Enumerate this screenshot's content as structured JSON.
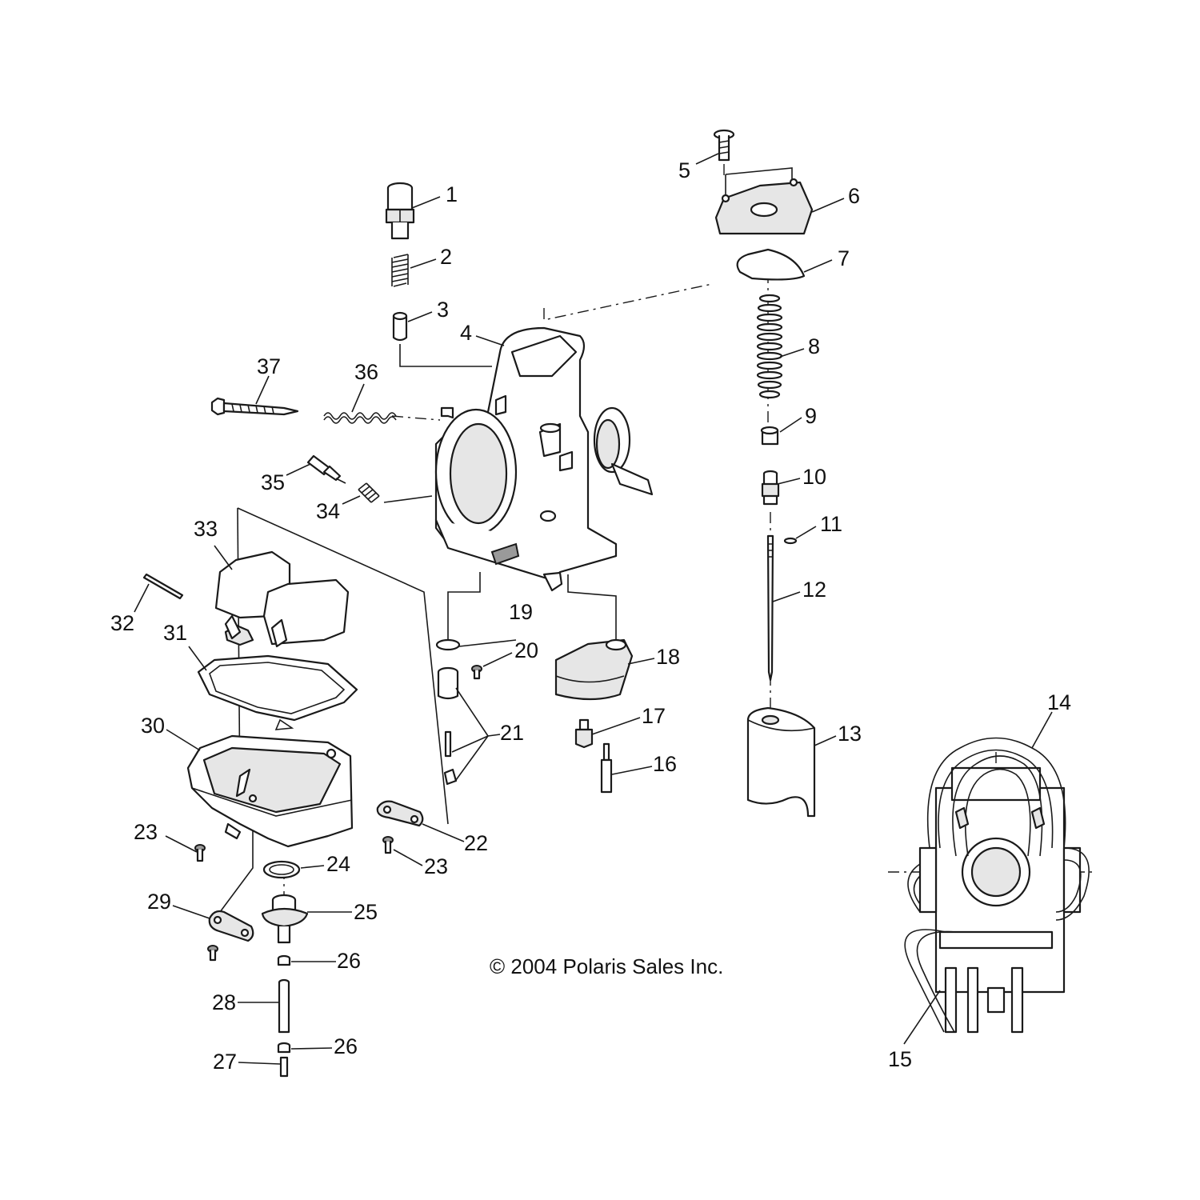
{
  "copyright": "© 2004 Polaris Sales Inc.",
  "callouts": [
    "1",
    "2",
    "3",
    "4",
    "5",
    "6",
    "7",
    "8",
    "9",
    "10",
    "11",
    "12",
    "13",
    "14",
    "15",
    "16",
    "17",
    "18",
    "19",
    "20",
    "21",
    "22",
    "23",
    "23",
    "24",
    "25",
    "26",
    "26",
    "27",
    "28",
    "29",
    "30",
    "31",
    "32",
    "33",
    "34",
    "35",
    "36",
    "37"
  ],
  "icons": {
    "copyright_symbol": "copyright-symbol"
  }
}
